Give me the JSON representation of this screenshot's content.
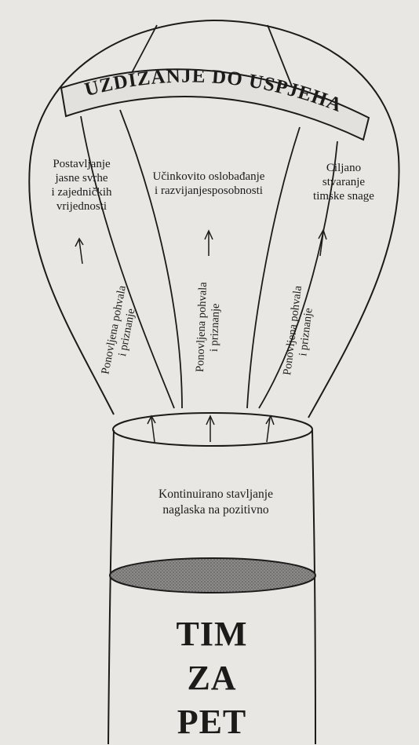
{
  "banner_title": "UZDIZANJE DO USPJEHA",
  "goals": [
    {
      "lines": [
        "Postavljanje",
        "jasne svrhe",
        "i zajedničkih",
        "vrijednosti"
      ]
    },
    {
      "lines": [
        "Učinkovito oslobađanje",
        "i razvijanjesposobnosti"
      ]
    },
    {
      "lines": [
        "Ciljano",
        "stvaranje",
        "timske snage"
      ]
    }
  ],
  "praise": [
    {
      "lines": [
        "Ponovljena pohvala",
        "i priznanje"
      ]
    },
    {
      "lines": [
        "Ponovljena pohvala",
        "i priznanje"
      ]
    },
    {
      "lines": [
        "Ponovljena pohvala",
        "i priznanje"
      ]
    }
  ],
  "basket_text": [
    "Kontinuirano stavljanje",
    "naglaska na pozitivno"
  ],
  "team_label": [
    "TIM",
    "ZA",
    "PET"
  ],
  "colors": {
    "line": "#1d1b1a",
    "paper": "#e9e7e4",
    "liquid": "#7c7a78"
  }
}
